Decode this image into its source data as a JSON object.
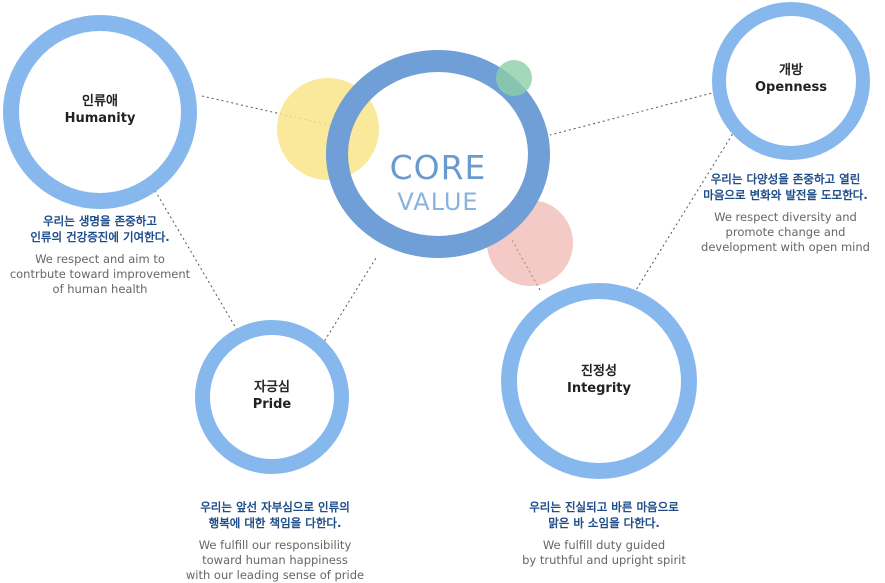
{
  "core": {
    "line1": "CORE",
    "line2": "VALUE"
  },
  "values": [
    {
      "id": "humanity",
      "kr": "인류애",
      "en": "Humanity",
      "desc_kr": [
        "우리는 생명을 존중하고",
        "인류의 건강증진에 기여한다."
      ],
      "desc_en": [
        "We respect and aim to",
        "contrbute toward improvement",
        "of human health"
      ]
    },
    {
      "id": "pride",
      "kr": "자긍심",
      "en": "Pride",
      "desc_kr": [
        "우리는 앞선 자부심으로 인류의",
        "행복에 대한 책임을 다한다."
      ],
      "desc_en": [
        "We fulfill our responsibility",
        "toward human happiness",
        "with our leading sense of pride"
      ]
    },
    {
      "id": "integrity",
      "kr": "진정성",
      "en": "Integrity",
      "desc_kr": [
        "우리는 진실되고 바른 마음으로",
        "맑은 바 소임을 다한다."
      ],
      "desc_en": [
        "We fulfill duty guided",
        "by truthful and upright spirit"
      ]
    },
    {
      "id": "openness",
      "kr": "개방",
      "en": "Openness",
      "desc_kr": [
        "우리는 다양성을 존중하고 열린",
        "마음으로 변화와 발전을 도모한다."
      ],
      "desc_en": [
        "We respect diversity and",
        "promote change and",
        "development with open mind"
      ]
    }
  ],
  "colors": {
    "ring_blue": "#86b8ee",
    "core_ring": "#6f9fd6",
    "yellow_blob": "#f9e48a",
    "green_blob": "#8ccfa6",
    "pink_blob": "#eba69e",
    "desc_kr": "#1f4d8a",
    "desc_en": "#666666"
  }
}
